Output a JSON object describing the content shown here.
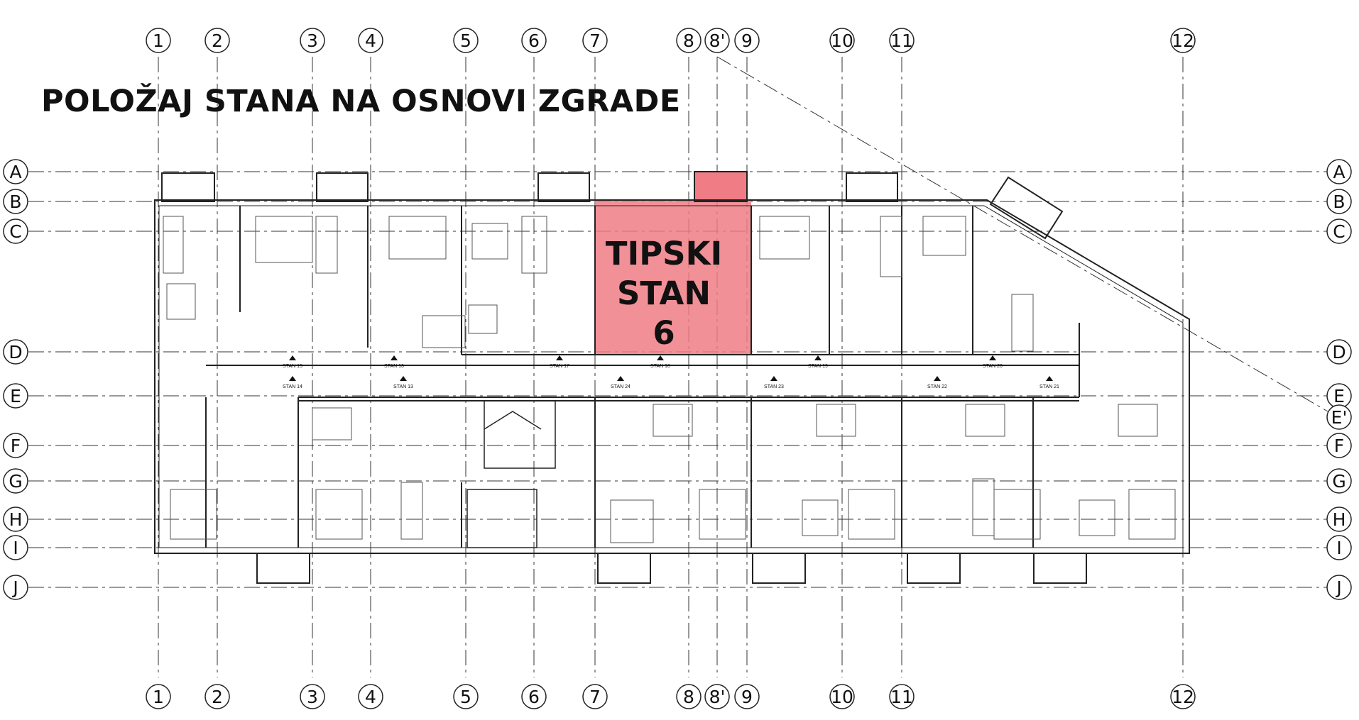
{
  "title": "POLOŽAJ STANA NA OSNOVI ZGRADE",
  "highlight": {
    "line1": "TIPSKI",
    "line2": "STAN 6",
    "color": "#f07d85"
  },
  "axes_vertical": [
    "1",
    "2",
    "3",
    "4",
    "5",
    "6",
    "7",
    "8",
    "8'",
    "9",
    "10",
    "11",
    "12"
  ],
  "axes_horizontal": [
    "A",
    "B",
    "C",
    "D",
    "E",
    "F",
    "G",
    "H",
    "I",
    "J"
  ],
  "axis_extra": "E'",
  "corridor_north_units": [
    "STAN 15",
    "STAN 16",
    "STAN 17",
    "STAN 18",
    "STAN 19",
    "STAN 20"
  ],
  "corridor_south_units": [
    "STAN 14",
    "STAN 13",
    "STAN 24",
    "STAN 23",
    "STAN 22",
    "STAN 21"
  ],
  "colors": {
    "line": "#222222",
    "axis": "#333333",
    "highlight": "#f07d85"
  }
}
